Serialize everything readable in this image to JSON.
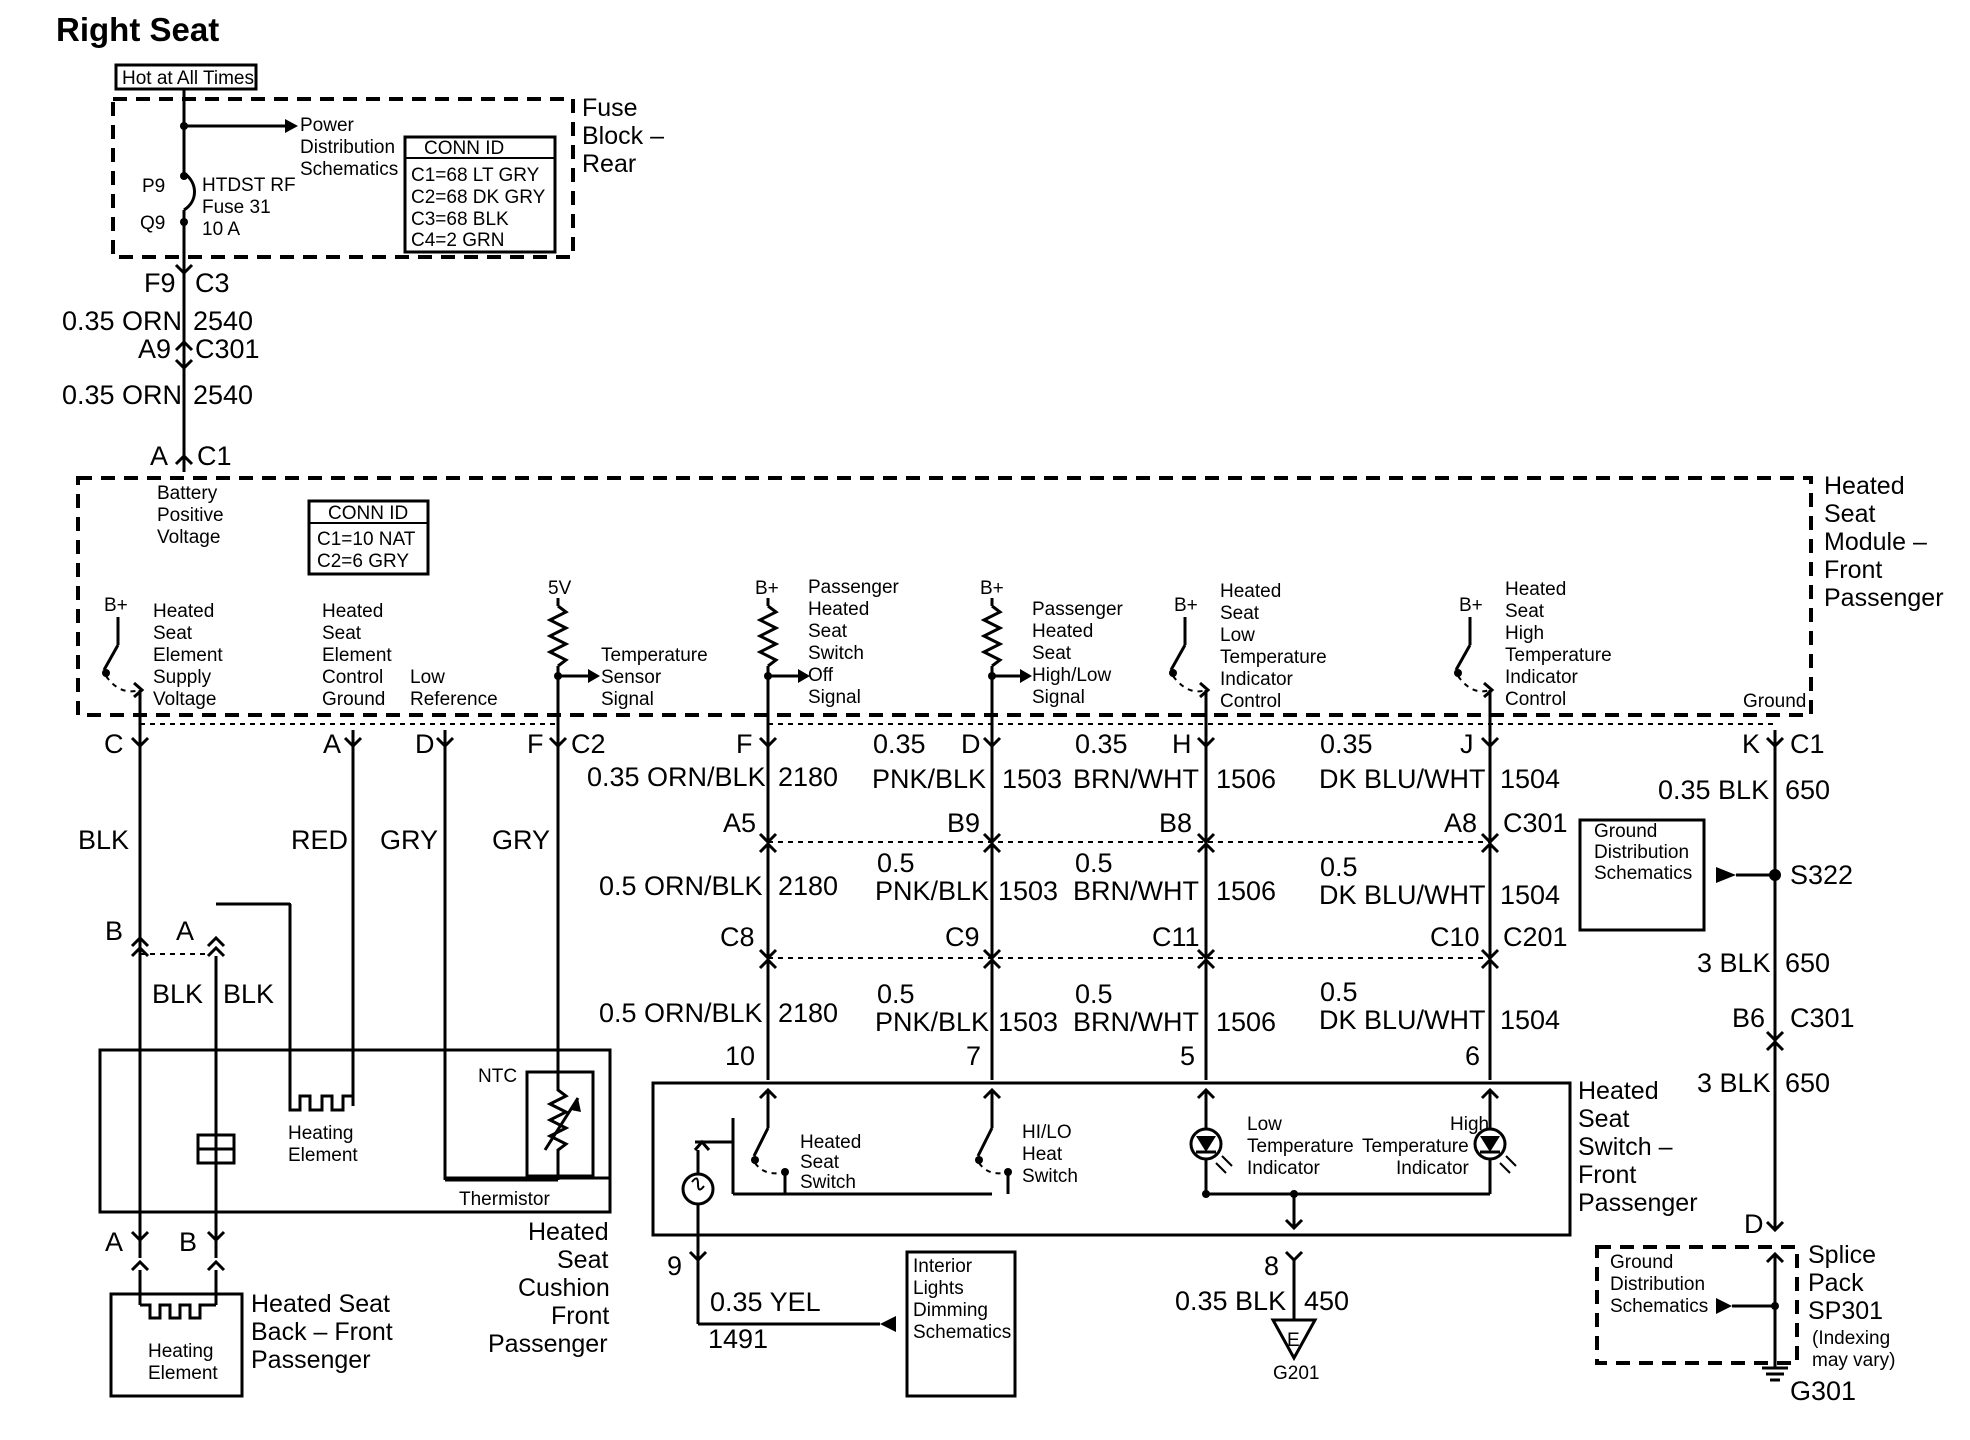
{
  "title": "Right Seat",
  "fuse_block": {
    "hot_label": "Hot at All Times",
    "power_label_1": "Power",
    "power_label_2": "Distribution",
    "power_label_3": "Schematics",
    "p_pin": "P9",
    "q_pin": "Q9",
    "fuse_1": "HTDST RF",
    "fuse_2": "Fuse 31",
    "fuse_3": "10 A",
    "conn_title": "CONN ID",
    "conn": [
      "C1=68 LT GRY",
      "C2=68 DK GRY",
      "C3=68 BLK",
      "C4=2 GRN"
    ],
    "name_1": "Fuse",
    "name_2": "Block –",
    "name_3": "Rear"
  },
  "feed": {
    "f9": "F9",
    "c3": "C3",
    "wire1": "0.35 ORN",
    "circ1": "2540",
    "a9": "A9",
    "c301": "C301",
    "wire2": "0.35 ORN",
    "circ2": "2540",
    "a": "A",
    "c1": "C1"
  },
  "module": {
    "bpv": [
      "Battery",
      "Positive",
      "Voltage"
    ],
    "conn_title": "CONN ID",
    "conn": [
      "C1=10 NAT",
      "C2=6 GRY"
    ],
    "bplus": "B+",
    "v5": "5V",
    "elem_supply": [
      "Heated",
      "Seat",
      "Element",
      "Supply",
      "Voltage"
    ],
    "elem_ground": [
      "Heated",
      "Seat",
      "Element",
      "Control",
      "Ground"
    ],
    "low_ref": [
      "Low",
      "Reference"
    ],
    "temp_sensor": [
      "Temperature",
      "Sensor",
      "Signal"
    ],
    "off_signal": [
      "Passenger",
      "Heated",
      "Seat",
      "Switch",
      "Off",
      "Signal"
    ],
    "hilo_signal": [
      "Passenger",
      "Heated",
      "Seat",
      "High/Low",
      "Signal"
    ],
    "low_ind": [
      "Heated",
      "Seat",
      "Low",
      "Temperature",
      "Indicator",
      "Control"
    ],
    "high_ind": [
      "Heated",
      "Seat",
      "High",
      "Temperature",
      "Indicator",
      "Control"
    ],
    "ground": "Ground",
    "name": [
      "Heated",
      "Seat",
      "Module –",
      "Front",
      "Passenger"
    ]
  },
  "pins_c2": {
    "c": "C",
    "a": "A",
    "d": "D",
    "f": "F",
    "c2": "C2"
  },
  "pins_c1": {
    "f": "F",
    "d": "D",
    "h": "H",
    "j": "J",
    "k": "K",
    "c1": "C1"
  },
  "wires": {
    "blk": "BLK",
    "red": "RED",
    "gry1": "GRY",
    "gry2": "GRY",
    "orn_blk_035": "0.35 ORN/BLK",
    "c2180": "2180",
    "w035": "0.35",
    "pnk_blk": "PNK/BLK",
    "c1503": "1503",
    "brn_wht": "BRN/WHT",
    "c1506": "1506",
    "dk_blu_wht": "DK BLU/WHT",
    "c1504": "1504",
    "blk_035": "0.35 BLK",
    "c650": "650",
    "orn_blk_05": "0.5 ORN/BLK",
    "w05": "0.5",
    "blk_3": "3 BLK"
  },
  "c301_pins": {
    "a5": "A5",
    "b9": "B9",
    "b8": "B8",
    "a8": "A8",
    "c301": "C301"
  },
  "c201_pins": {
    "c8": "C8",
    "c9": "C9",
    "c11": "C11",
    "c10": "C10",
    "c201": "C201"
  },
  "gnd_dist": [
    "Ground",
    "Distribution",
    "Schematics"
  ],
  "s322": "S322",
  "b6": "B6",
  "c301b": "C301",
  "seat_pins": {
    "b": "B",
    "a": "A"
  },
  "cushion": {
    "blk1": "BLK",
    "blk2": "BLK",
    "heating": [
      "Heating",
      "Element"
    ],
    "ntc": "NTC",
    "thermistor": "Thermistor",
    "pin_a": "A",
    "pin_b": "B",
    "name": [
      "Heated",
      "Seat",
      "Cushion",
      "Front",
      "Passenger"
    ]
  },
  "back": {
    "heating": [
      "Heating",
      "Element"
    ],
    "name": [
      "Heated Seat",
      "Back – Front",
      "Passenger"
    ]
  },
  "switch": {
    "p10": "10",
    "p7": "7",
    "p5": "5",
    "p6": "6",
    "hs_switch": [
      "Heated",
      "Seat",
      "Switch"
    ],
    "hilo_switch": [
      "HI/LO",
      "Heat",
      "Switch"
    ],
    "low_ind": [
      "Low",
      "Temperature",
      "Indicator"
    ],
    "high_ind": [
      "High",
      "Temperature",
      "Indicator"
    ],
    "name": [
      "Heated",
      "Seat",
      "Switch –",
      "Front",
      "Passenger"
    ],
    "p9": "9",
    "p8": "8"
  },
  "bottom": {
    "yel": "0.35 YEL",
    "c1491": "1491",
    "ild": [
      "Interior",
      "Lights",
      "Dimming",
      "Schematics"
    ],
    "blk": "0.35 BLK",
    "c450": "450",
    "e": "E",
    "g201": "G201",
    "d": "D",
    "splice": [
      "Splice",
      "Pack",
      "SP301"
    ],
    "indexing": [
      "(Indexing",
      "may vary)"
    ],
    "g301": "G301"
  }
}
